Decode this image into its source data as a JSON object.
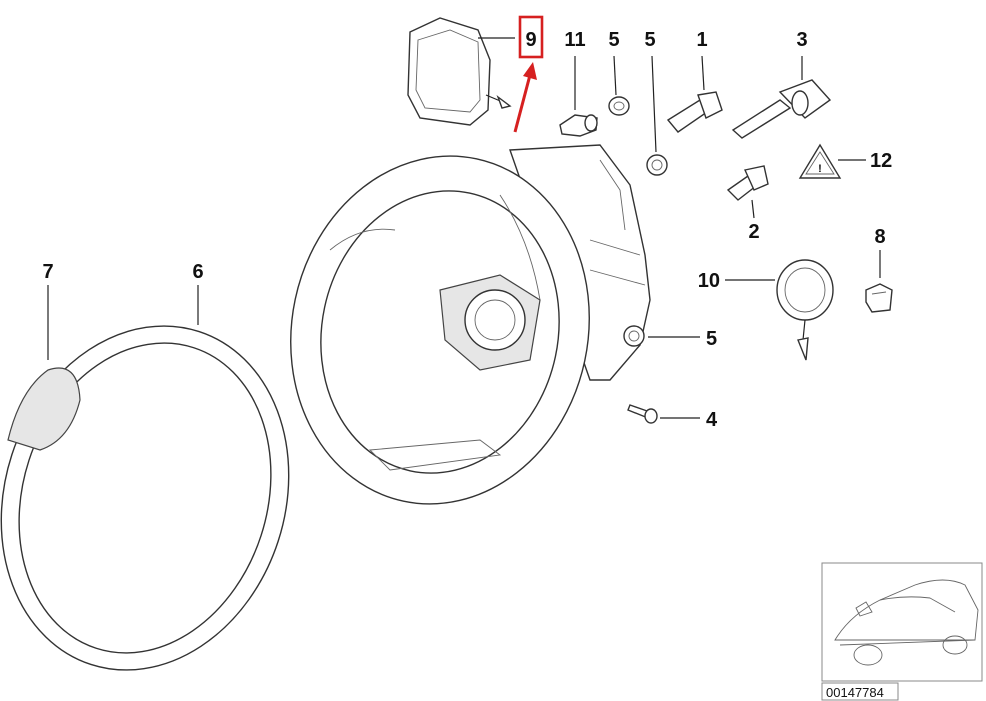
{
  "callouts": {
    "c9": "9",
    "c11": "11",
    "c5a": "5",
    "c5b": "5",
    "c1": "1",
    "c3": "3",
    "c12": "12",
    "c2": "2",
    "c8": "8",
    "c10": "10",
    "c5c": "5",
    "c4": "4",
    "c7": "7",
    "c6": "6"
  },
  "warning_symbol": "!",
  "diagram_id": "00147784",
  "colors": {
    "highlight": "#d62020",
    "line": "#222222",
    "shade": "#e6e6e6"
  }
}
